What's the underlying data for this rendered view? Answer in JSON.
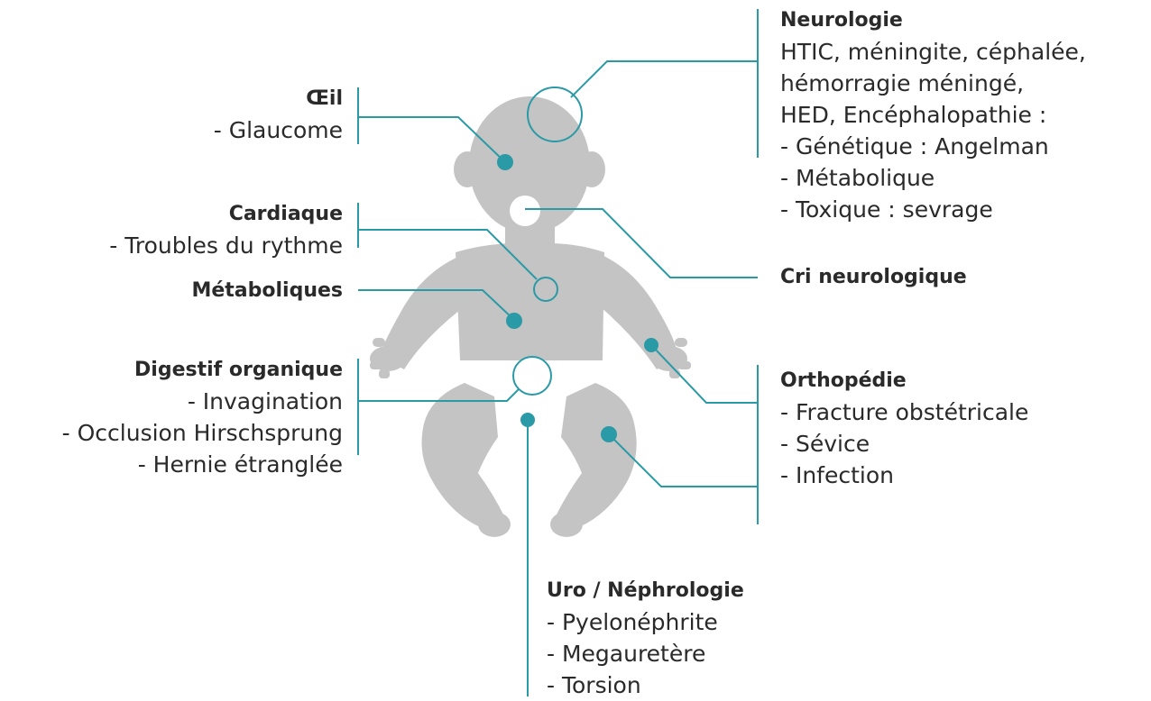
{
  "colors": {
    "accent": "#2a9aa6",
    "silhouette": "#c4c4c4",
    "text": "#2a2a2a"
  },
  "labels": {
    "oeil": {
      "title": "Œil",
      "items": [
        "- Glaucome"
      ]
    },
    "cardiaque": {
      "title": "Cardiaque",
      "items": [
        "- Troubles du rythme"
      ]
    },
    "metaboliques": {
      "title": "Métaboliques"
    },
    "digestif": {
      "title": "Digestif organique",
      "items": [
        "- Invagination",
        "- Occlusion Hirschsprung",
        "- Hernie étranglée"
      ]
    },
    "neurologie": {
      "title": "Neurologie",
      "items": [
        "HTIC, méningite, céphalée,",
        "hémorragie méningé,",
        "HED, Encéphalopathie :",
        "- Génétique : Angelman",
        "- Métabolique",
        "- Toxique : sevrage"
      ]
    },
    "cri": {
      "title": "Cri neurologique"
    },
    "orthopedie": {
      "title": "Orthopédie",
      "items": [
        "- Fracture obstétricale",
        "- Sévice",
        "- Infection"
      ]
    },
    "uro": {
      "title": "Uro / Néphrologie",
      "items": [
        "- Pyelonéphrite",
        "- Megauretère",
        "- Torsion"
      ]
    }
  }
}
